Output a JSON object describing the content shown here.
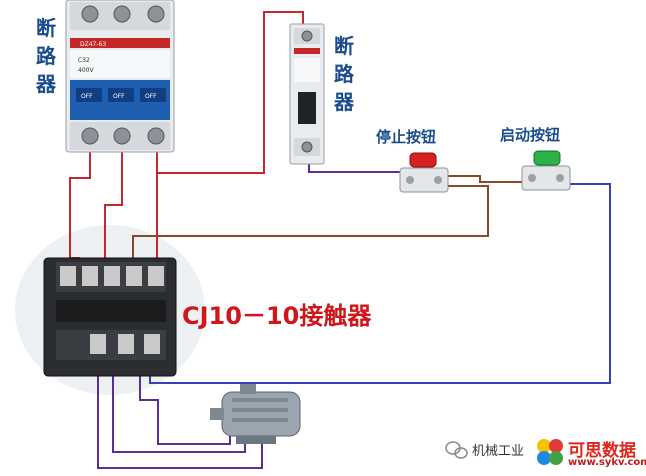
{
  "labels": {
    "breaker_main": "断路器",
    "breaker_small": "断路器",
    "stop_button": "停止按钮",
    "start_button": "启动按钮",
    "contactor": "CJ10－10接触器"
  },
  "watermark": {
    "text": "机械工业",
    "brand": "可思数据",
    "url": "www.sykv.com"
  },
  "breaker_main_face": {
    "model": "DZ47-63",
    "rating": "C32",
    "voltage": "400V",
    "off_labels": [
      "OFF",
      "OFF",
      "OFF"
    ]
  },
  "colors": {
    "wire_red": "#c9252c",
    "wire_purple": "#5b2d9a",
    "wire_blue": "#3a3fb8",
    "wire_brown": "#8a4a2a",
    "label_blue": "#1a4b8c",
    "label_red": "#d0161b",
    "stop_button_cap": "#d92020",
    "start_button_cap": "#2bb34a",
    "breaker_blue": "#1e5fb0",
    "motor_gray": "#9aa5b0"
  },
  "icons": [
    "wechat-icon",
    "logo-dots-icon"
  ]
}
